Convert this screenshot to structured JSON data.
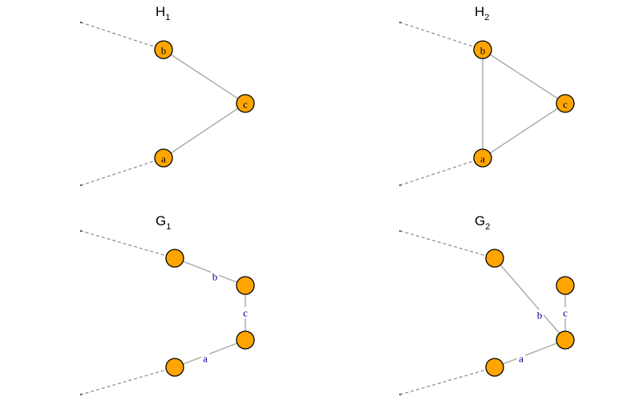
{
  "panels": [
    {
      "id": "H1",
      "title": {
        "main": "H",
        "sub": "1"
      },
      "vertices": [
        {
          "id": "b",
          "label": "b"
        },
        {
          "id": "c",
          "label": "c"
        },
        {
          "id": "a",
          "label": "a"
        }
      ],
      "edges": [
        {
          "from": "b",
          "to": "c",
          "label": ""
        },
        {
          "from": "c",
          "to": "a",
          "label": ""
        }
      ],
      "stubs": [
        {
          "from": "b",
          "style": "dashed"
        },
        {
          "from": "a",
          "style": "dashed"
        }
      ]
    },
    {
      "id": "H2",
      "title": {
        "main": "H",
        "sub": "2"
      },
      "vertices": [
        {
          "id": "b",
          "label": "b"
        },
        {
          "id": "c",
          "label": "c"
        },
        {
          "id": "a",
          "label": "a"
        }
      ],
      "edges": [
        {
          "from": "b",
          "to": "c",
          "label": ""
        },
        {
          "from": "c",
          "to": "a",
          "label": ""
        },
        {
          "from": "b",
          "to": "a",
          "label": ""
        }
      ],
      "stubs": [
        {
          "from": "b",
          "style": "dashed"
        },
        {
          "from": "a",
          "style": "dashed"
        }
      ]
    },
    {
      "id": "G1",
      "title": {
        "main": "G",
        "sub": "1"
      },
      "vertices": [
        {
          "id": "v1",
          "label": ""
        },
        {
          "id": "v2",
          "label": ""
        },
        {
          "id": "v3",
          "label": ""
        },
        {
          "id": "v4",
          "label": ""
        }
      ],
      "edges": [
        {
          "from": "v1",
          "to": "v2",
          "label": "b"
        },
        {
          "from": "v2",
          "to": "v3",
          "label": "c"
        },
        {
          "from": "v3",
          "to": "v4",
          "label": "a"
        }
      ],
      "stubs": [
        {
          "from": "v1",
          "style": "dashed"
        },
        {
          "from": "v4",
          "style": "dashed"
        }
      ]
    },
    {
      "id": "G2",
      "title": {
        "main": "G",
        "sub": "2"
      },
      "vertices": [
        {
          "id": "v1",
          "label": ""
        },
        {
          "id": "v2",
          "label": ""
        },
        {
          "id": "v3",
          "label": ""
        },
        {
          "id": "v4",
          "label": ""
        }
      ],
      "edges": [
        {
          "from": "v1",
          "to": "v3",
          "label": "b"
        },
        {
          "from": "v2",
          "to": "v3",
          "label": "c"
        },
        {
          "from": "v3",
          "to": "v4",
          "label": "a"
        }
      ],
      "stubs": [
        {
          "from": "v1",
          "style": "dashed"
        },
        {
          "from": "v4",
          "style": "dashed"
        }
      ]
    }
  ],
  "colors": {
    "vertex_fill": "#FFA500",
    "vertex_stroke": "#000000",
    "edge_solid": "#a8a8a8",
    "edge_dashed": "#8c8c8c",
    "edge_label": "#00008B"
  }
}
